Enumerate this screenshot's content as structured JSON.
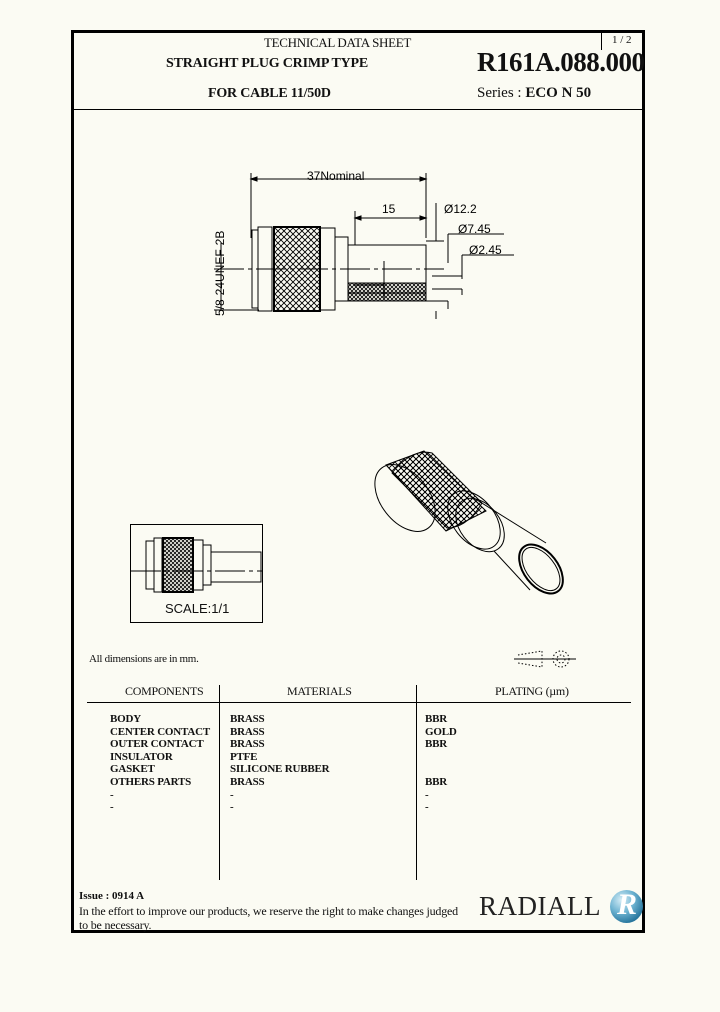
{
  "header": {
    "doc_type": "TECHNICAL DATA SHEET",
    "page_number": "1 / 2",
    "title_line1": "STRAIGHT PLUG CRIMP TYPE",
    "title_line2": "FOR CABLE 11/50D",
    "part_number": "R161A.088.000",
    "series_label": "Series : ",
    "series_value": "ECO N 50"
  },
  "drawing": {
    "overall_length": "37Nominal",
    "ferrule_length": "15",
    "thread_spec": "5/8-24UNEF-2B",
    "diameters": [
      "Ø12.2",
      "Ø7.45",
      "Ø2.45"
    ],
    "scale_label": "SCALE:1/1"
  },
  "notes": {
    "dimensions_unit": "All dimensions are in mm."
  },
  "table": {
    "headers": [
      "COMPONENTS",
      "MATERIALS",
      "PLATING (µm)"
    ],
    "rows": [
      {
        "component": "BODY",
        "material": "BRASS",
        "plating": "BBR"
      },
      {
        "component": "CENTER CONTACT",
        "material": "BRASS",
        "plating": "GOLD"
      },
      {
        "component": "OUTER CONTACT",
        "material": "BRASS",
        "plating": "BBR"
      },
      {
        "component": "INSULATOR",
        "material": "PTFE",
        "plating": ""
      },
      {
        "component": "GASKET",
        "material": "SILICONE RUBBER",
        "plating": ""
      },
      {
        "component": "OTHERS PARTS",
        "material": "BRASS",
        "plating": "BBR"
      },
      {
        "component": "-",
        "material": "-",
        "plating": "-"
      },
      {
        "component": "-",
        "material": "-",
        "plating": "-"
      }
    ]
  },
  "footer": {
    "issue": "Issue : 0914  A",
    "disclaimer": "In the effort to improve our products, we reserve the right to make changes judged to be necessary.",
    "logo_text": "RADIALL",
    "logo_mark": "R"
  }
}
